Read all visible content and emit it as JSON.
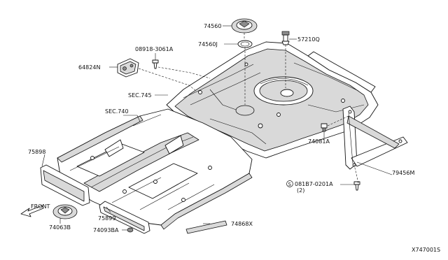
{
  "diagram": {
    "diagram_id": "X747001S",
    "front_label": "FRONT",
    "labels": {
      "p74560": "74560",
      "p74560j": "74560J",
      "p57210q": "57210Q",
      "p08918": "08918-3061A",
      "p64824n": "64824N",
      "sec745": "SEC.745",
      "sec740": "SEC.740",
      "p75898": "75898",
      "p74081a": "74081A",
      "p79456m": "79456M",
      "p081b7": "081B7-0201A",
      "p081b7_qty": "(2)",
      "p75899": "75899",
      "p74063b": "74063B",
      "p74093ba": "74093BA",
      "p74868x": "74868X"
    }
  }
}
